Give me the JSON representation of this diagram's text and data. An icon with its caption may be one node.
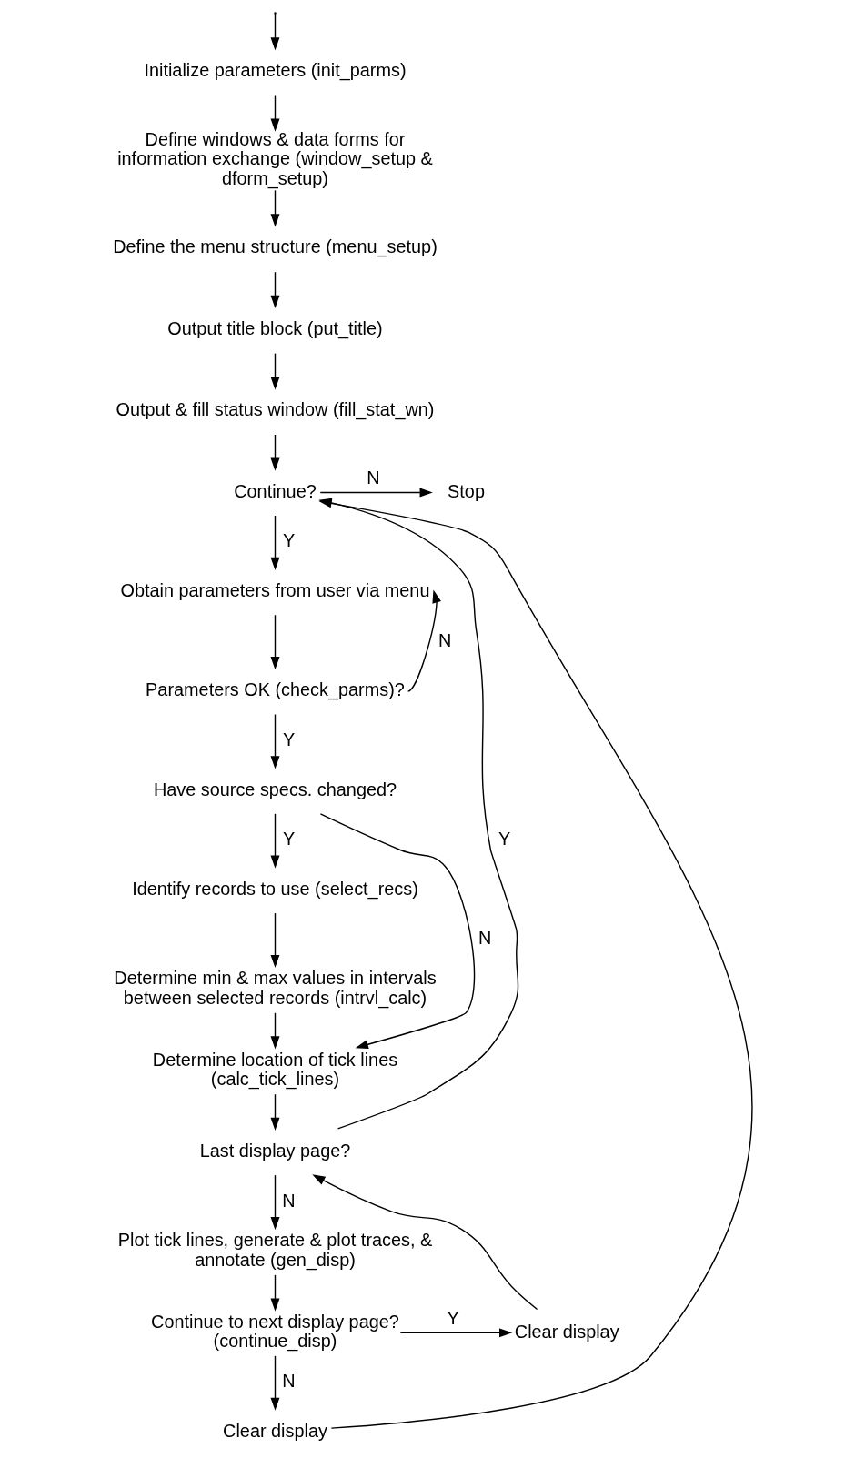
{
  "diagram": {
    "nodes": [
      {
        "text": [
          "Initialize parameters (init_parms)"
        ]
      },
      {
        "text": [
          "Define windows & data forms for information exchange (window_setup & dform_setup)"
        ]
      },
      {
        "text": [
          "Define the menu structure (menu_setup)"
        ]
      },
      {
        "text": [
          "Output title block (put_title)"
        ]
      },
      {
        "text": [
          "Output & fill status window (fill_stat_wn)"
        ]
      },
      {
        "text": [
          "Continue?"
        ]
      },
      {
        "text": [
          "Stop"
        ]
      },
      {
        "text": [
          "Obtain parameters from user via menu"
        ]
      },
      {
        "text": [
          "Parameters OK (check_parms)?"
        ]
      },
      {
        "text": [
          "Have source specs. changed?"
        ]
      },
      {
        "text": [
          "Identify records to use (select_recs)"
        ]
      },
      {
        "text": [
          "Determine min & max values in intervals between selected records (intrvl_calc)"
        ]
      },
      {
        "text": [
          "Determine location of tick lines (calc_tick_lines)"
        ]
      },
      {
        "text": [
          "Last display page?"
        ]
      },
      {
        "text": [
          "Plot tick lines, generate & plot traces, & annotate (gen_disp)"
        ]
      },
      {
        "text": [
          "Continue to next display page? (continue_disp)"
        ]
      },
      {
        "text": [
          "Clear display"
        ]
      },
      {
        "text": [
          "Clear display"
        ]
      }
    ],
    "edges": [
      {
        "from": null,
        "to": 0,
        "arrow": "to"
      },
      {
        "from": 0,
        "to": 1,
        "arrow": "to"
      },
      {
        "from": 1,
        "to": 2,
        "arrow": "to"
      },
      {
        "from": 2,
        "to": 3,
        "arrow": "to"
      },
      {
        "from": 3,
        "to": 4,
        "arrow": "to"
      },
      {
        "from": 4,
        "to": 5,
        "arrow": "to"
      },
      {
        "from": 5,
        "to": 6,
        "arrow": "to",
        "label": "N"
      },
      {
        "from": 5,
        "to": 7,
        "arrow": "to",
        "label": "Y"
      },
      {
        "from": 7,
        "to": 8,
        "arrow": "to"
      },
      {
        "from": 8,
        "to": 7,
        "arrow": "to",
        "label": "N"
      },
      {
        "from": 8,
        "to": 9,
        "arrow": "to",
        "label": "Y"
      },
      {
        "from": 9,
        "to": 10,
        "arrow": "to",
        "label": "Y"
      },
      {
        "from": 9,
        "to": 12,
        "arrow": "to",
        "label": "N"
      },
      {
        "from": 10,
        "to": 11,
        "arrow": "to"
      },
      {
        "from": 11,
        "to": 12,
        "arrow": "to"
      },
      {
        "from": 12,
        "to": 13,
        "arrow": "to"
      },
      {
        "from": 13,
        "to": 5,
        "arrow": "to",
        "label": "Y"
      },
      {
        "from": 13,
        "to": 14,
        "arrow": "to",
        "label": "N"
      },
      {
        "from": 14,
        "to": 15,
        "arrow": "to"
      },
      {
        "from": 15,
        "to": 16,
        "arrow": "to",
        "label": "Y"
      },
      {
        "from": 16,
        "to": 13,
        "arrow": "to"
      },
      {
        "from": 15,
        "to": 17,
        "arrow": "to",
        "label": "N"
      },
      {
        "from": 17,
        "to": 5,
        "arrow": "to"
      }
    ]
  }
}
